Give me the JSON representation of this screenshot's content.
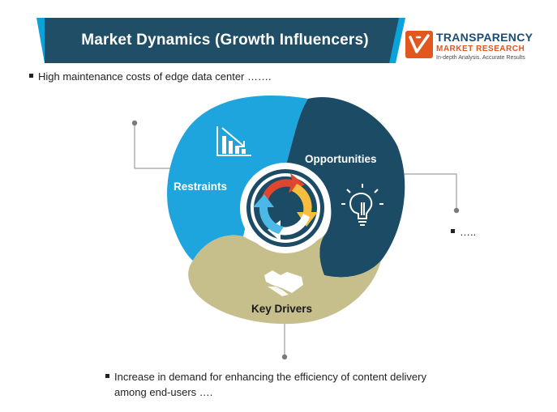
{
  "header": {
    "title": "Market Dynamics (Growth Influencers)"
  },
  "logo": {
    "name": "TRANSPARENCY",
    "sub": "MARKET RESEARCH",
    "tagline": "In-depth Analysis. Accurate Results"
  },
  "segments": {
    "restraints": {
      "label": "Restraints",
      "note": "High maintenance costs of edge data center ……."
    },
    "opportunities": {
      "label": "Opportunities",
      "note": "….."
    },
    "drivers": {
      "label": "Key Drivers",
      "note_line1": "Increase in demand for enhancing the efficiency of content delivery",
      "note_line2": "among end-users …."
    }
  },
  "colors": {
    "banner": "#1f4e66",
    "banner_accent": "#0aa2d8",
    "restraints": "#1ea5dd",
    "opportunities": "#1c4b65",
    "drivers": "#c6bf8c",
    "center_ring": "#1c4b65",
    "arrow_red": "#e0452e",
    "arrow_yellow": "#f6be3c",
    "arrow_blue": "#4cb8e8",
    "connector": "#7a7a7a"
  },
  "icons": {
    "restraints": "declining-chart-icon",
    "opportunities": "lightbulb-icon",
    "drivers": "handshake-icon"
  }
}
